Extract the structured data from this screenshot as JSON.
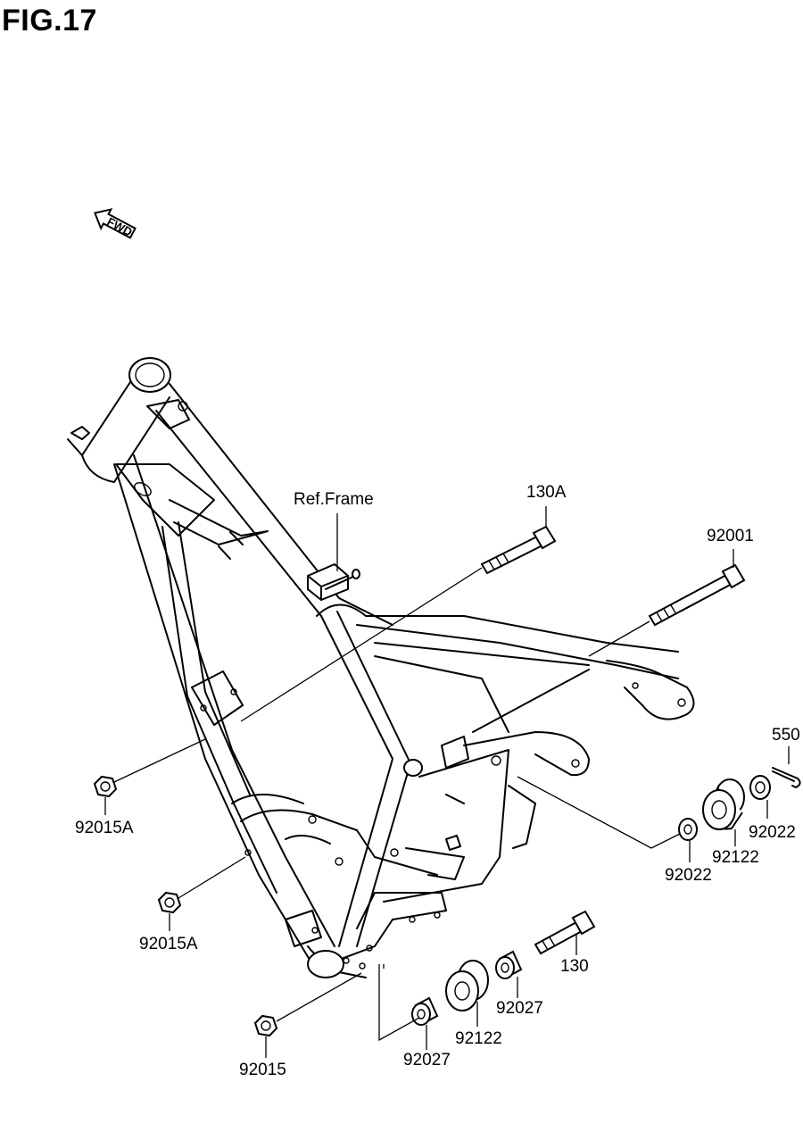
{
  "figure": {
    "title": "FIG.17"
  },
  "fwd_label": "FWD",
  "ref_label": "Ref.Frame",
  "callouts": {
    "p130A": "130A",
    "p92001": "92001",
    "p550": "550",
    "p92015A_upper": "92015A",
    "p92015A_lower": "92015A",
    "p92015": "92015",
    "p92022_right": "92022",
    "p92022_left": "92022",
    "p92122_upper": "92122",
    "p92122_lower": "92122",
    "p130": "130",
    "p92027_upper": "92027",
    "p92027_lower": "92027"
  }
}
